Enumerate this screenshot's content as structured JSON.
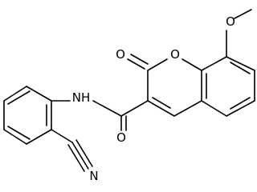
{
  "molecule": {
    "atoms": {
      "ring_oxygen": "O",
      "carbonyl_oxygen": "O",
      "methoxy_oxygen": "O",
      "amide_oxygen": "O",
      "amide_nitrogen": "NH",
      "nitrile_nitrogen": "N"
    },
    "colors": {
      "bond": "#000000",
      "text": "#000000",
      "background": "#ffffff"
    }
  }
}
